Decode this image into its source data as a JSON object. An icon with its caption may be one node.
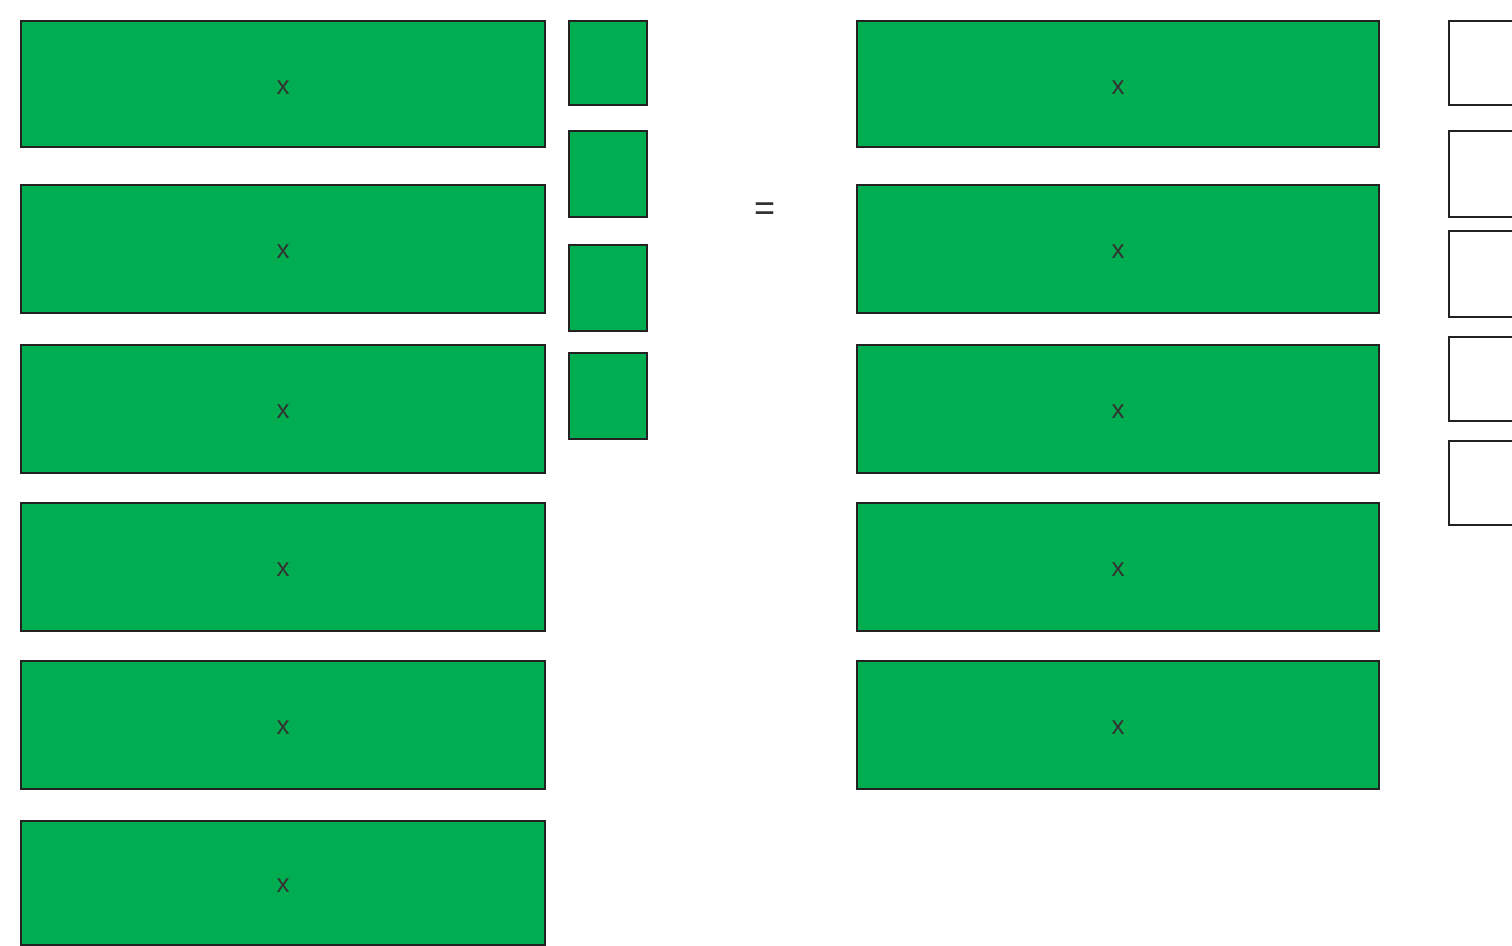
{
  "diagram": {
    "nodes": [
      {
        "text": [
          "x"
        ]
      },
      {
        "text": [
          "x"
        ]
      },
      {
        "text": [
          "x"
        ]
      },
      {
        "text": [
          "x"
        ]
      },
      {
        "text": [
          "x"
        ]
      },
      {
        "text": [
          "x"
        ]
      },
      {
        "text": [],
        "shape": "box"
      },
      {
        "text": [],
        "shape": "box"
      },
      {
        "text": [],
        "shape": "box"
      },
      {
        "text": [],
        "shape": "box"
      },
      {
        "text": [
          "x"
        ]
      },
      {
        "text": [
          "x"
        ]
      },
      {
        "text": [
          "x"
        ]
      },
      {
        "text": [
          "x"
        ]
      },
      {
        "text": [
          "x"
        ]
      },
      {
        "text": [],
        "shape": "box"
      },
      {
        "text": [],
        "shape": "box"
      },
      {
        "text": [],
        "shape": "box"
      },
      {
        "text": [],
        "shape": "box"
      },
      {
        "text": [],
        "shape": "box"
      }
    ],
    "labels": [
      "="
    ]
  }
}
